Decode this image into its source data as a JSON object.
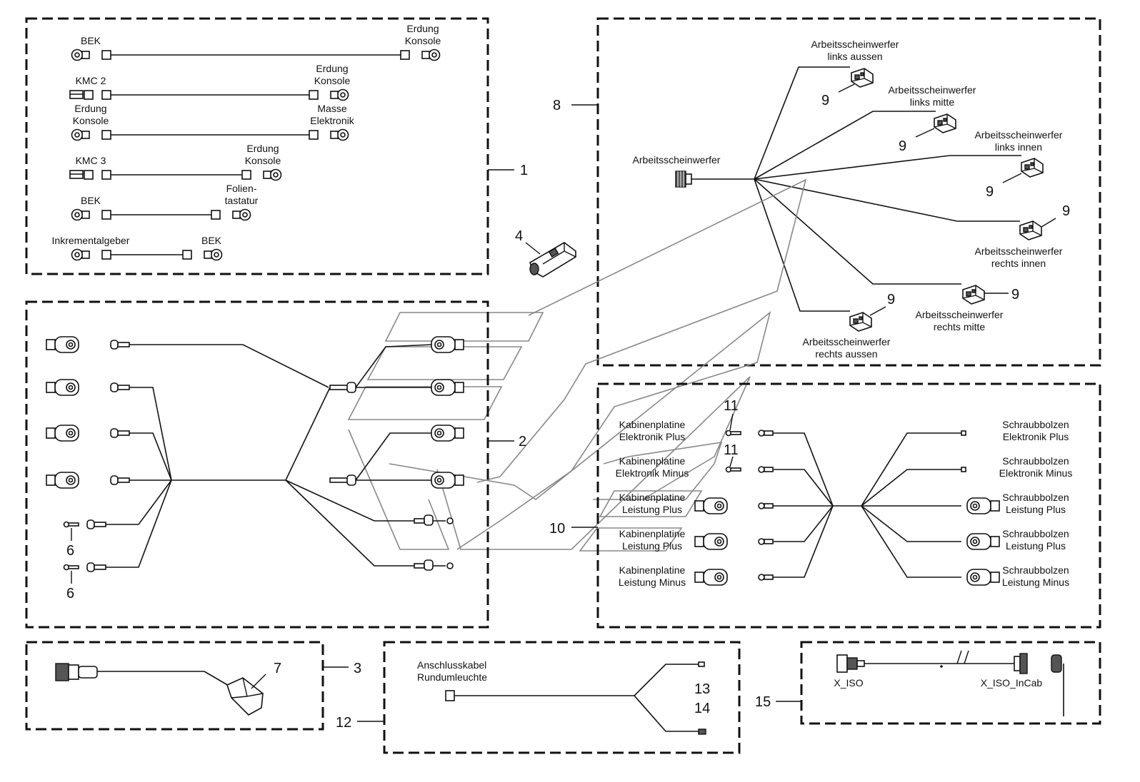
{
  "group1": {
    "number": "1",
    "cables": [
      {
        "left": [
          "BEK"
        ],
        "right": [
          "Erdung",
          "Konsole"
        ]
      },
      {
        "left": [
          "KMC 2"
        ],
        "right": [
          "Erdung",
          "Konsole"
        ]
      },
      {
        "left": [
          "Erdung",
          "Konsole"
        ],
        "right": [
          "Masse",
          "Elektronik"
        ]
      },
      {
        "left": [
          "KMC 3"
        ],
        "right": [
          "Erdung",
          "Konsole"
        ]
      },
      {
        "left": [
          "BEK"
        ],
        "right": [
          "Folien-",
          "tastatur"
        ]
      },
      {
        "left": [
          "Inkrementalgeber"
        ],
        "right": [
          "BEK"
        ]
      }
    ]
  },
  "group2": {
    "number": "2",
    "sub_number": "6"
  },
  "group3": {
    "number": "3",
    "part_number": "7"
  },
  "part4": {
    "number": "4"
  },
  "group8": {
    "number": "8",
    "source": "Arbeitsscheinwerfer",
    "part_number": "9",
    "lamps": [
      [
        "Arbeitsscheinwerfer",
        "links aussen"
      ],
      [
        "Arbeitsscheinwerfer",
        "links mitte"
      ],
      [
        "Arbeitsscheinwerfer",
        "links innen"
      ],
      [
        "Arbeitsscheinwerfer",
        "rechts innen"
      ],
      [
        "Arbeitsscheinwerfer",
        "rechts mitte"
      ],
      [
        "Arbeitsscheinwerfer",
        "rechts aussen"
      ]
    ]
  },
  "group10": {
    "number": "10",
    "sub_number": "11",
    "left": [
      [
        "Kabinenplatine",
        "Elektronik Plus"
      ],
      [
        "Kabinenplatine",
        "Elektronik Minus"
      ],
      [
        "Kabinenplatine",
        "Leistung Plus"
      ],
      [
        "Kabinenplatine",
        "Leistung Plus"
      ],
      [
        "Kabinenplatine",
        "Leistung Minus"
      ]
    ],
    "right": [
      [
        "Schraubbolzen",
        "Elektronik Plus"
      ],
      [
        "Schraubbolzen",
        "Elektronik Minus"
      ],
      [
        "Schraubbolzen",
        "Leistung Plus"
      ],
      [
        "Schraubbolzen",
        "Leistung Plus"
      ],
      [
        "Schraubbolzen",
        "Leistung Minus"
      ]
    ]
  },
  "group12": {
    "number": "12",
    "title": [
      "Anschlusskabel",
      "Rundumleuchte"
    ],
    "sub_numbers": [
      "13",
      "14"
    ]
  },
  "group15": {
    "number": "15",
    "left_label": "X_ISO",
    "right_label": "X_ISO_InCab"
  }
}
